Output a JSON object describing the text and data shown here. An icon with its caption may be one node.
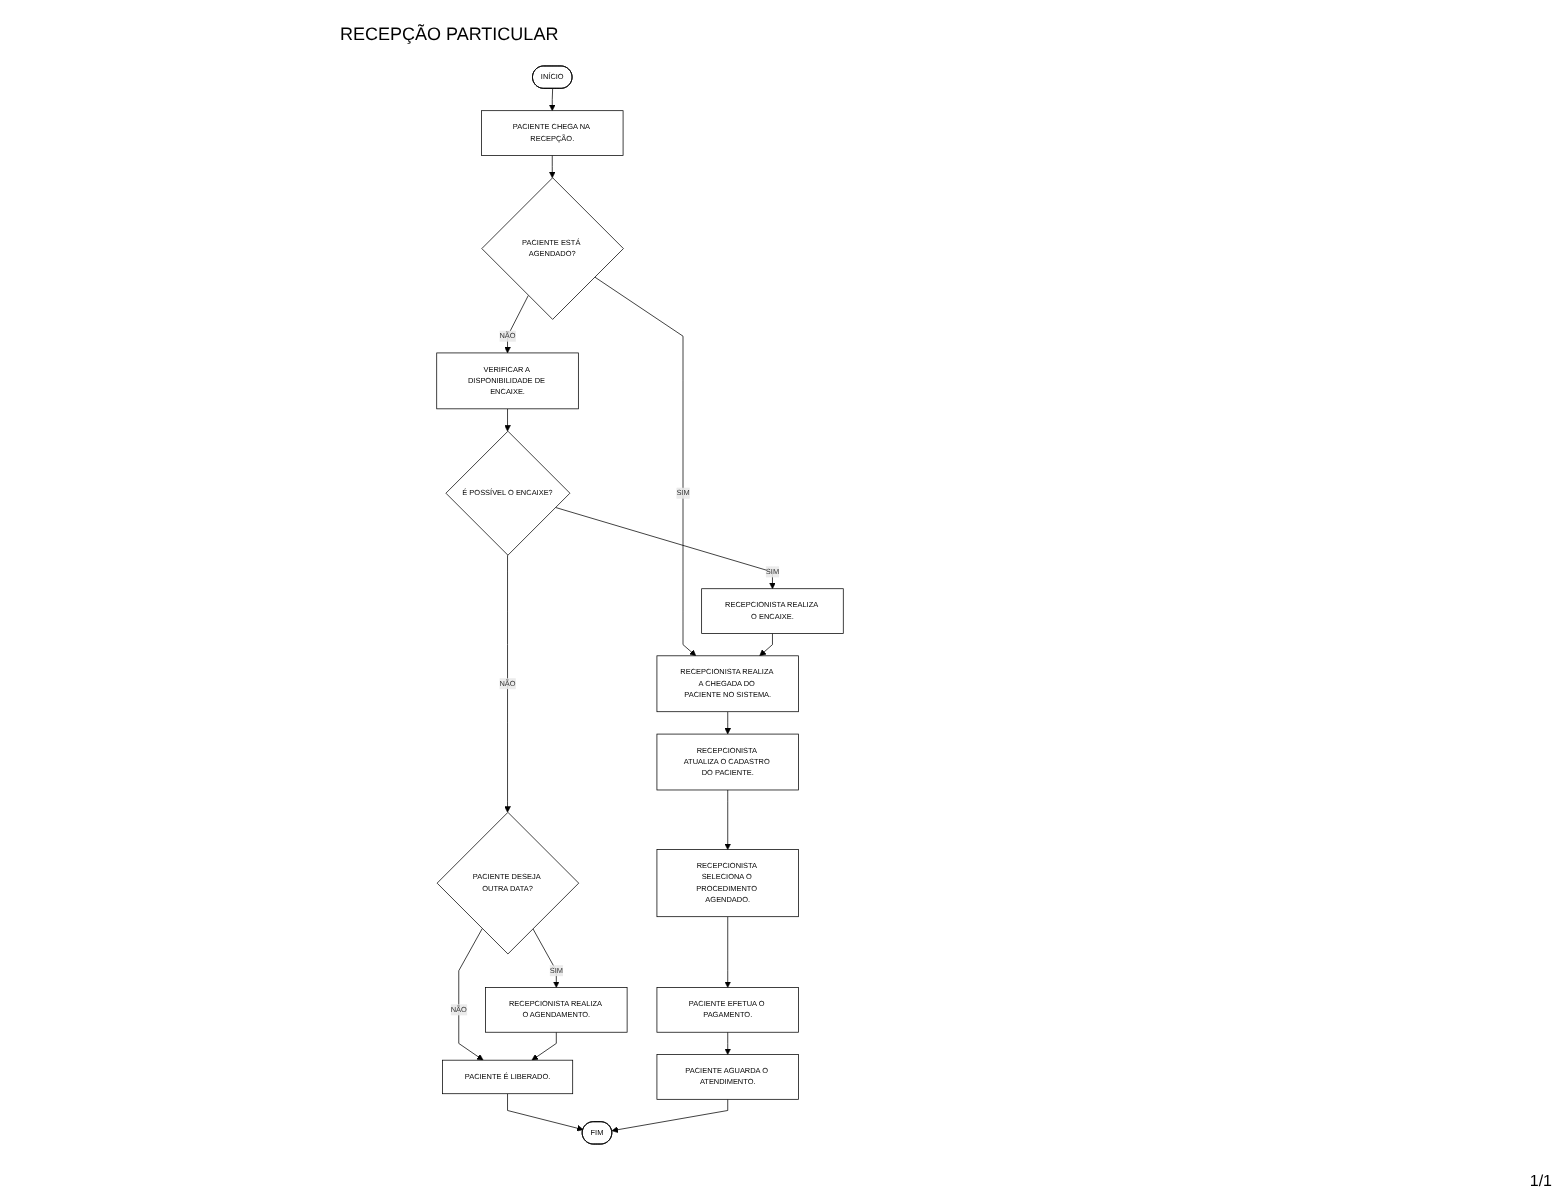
{
  "diagram": {
    "title": "RECEPÇÃO PARTICULAR",
    "nodes": [
      {
        "text": [
          "INÍCIO"
        ]
      },
      {
        "text": [
          "PACIENTE CHEGA NA RECEPÇÃO."
        ]
      },
      {
        "text": [
          "PACIENTE ESTÁ AGENDADO?"
        ]
      },
      {
        "text": [
          "VERIFICAR A DISPONIBILIDADE DE ENCAIXE."
        ]
      },
      {
        "text": [
          "É POSSÍVEL O ENCAIXE?"
        ]
      },
      {
        "text": [
          "RECEPCIONISTA REALIZA O ENCAIXE."
        ]
      },
      {
        "text": [
          "PACIENTE DESEJA OUTRA DATA?"
        ]
      },
      {
        "text": [
          "RECEPCIONISTA REALIZA O AGENDAMENTO."
        ]
      },
      {
        "text": [
          "PACIENTE É LIBERADO."
        ]
      },
      {
        "text": [
          "RECEPCIONISTA REALIZA A CHEGADA DO PACIENTE NO SISTEMA."
        ]
      },
      {
        "text": [
          "RECEPCIONISTA ATUALIZA O CADASTRO DO PACIENTE."
        ]
      },
      {
        "text": [
          "RECEPCIONISTA SELECIONA O PROCEDIMENTO AGENDADO."
        ]
      },
      {
        "text": [
          "PACIENTE EFETUA O PAGAMENTO."
        ]
      },
      {
        "text": [
          "PACIENTE AGUARDA O ATENDIMENTO."
        ]
      },
      {
        "text": [
          "FIM"
        ]
      }
    ],
    "edges": [
      {
        "from": 0,
        "to": 1,
        "arrow": "to"
      },
      {
        "from": 1,
        "to": 2,
        "arrow": "to"
      },
      {
        "from": 2,
        "to": 3,
        "arrow": "to",
        "label": "NÃO"
      },
      {
        "from": 2,
        "to": 9,
        "arrow": "to",
        "label": "SIM"
      },
      {
        "from": 3,
        "to": 4,
        "arrow": "to"
      },
      {
        "from": 4,
        "to": 5,
        "arrow": "to",
        "label": "SIM"
      },
      {
        "from": 4,
        "to": 6,
        "arrow": "to",
        "label": "NÃO"
      },
      {
        "from": 5,
        "to": 9,
        "arrow": "to"
      },
      {
        "from": 6,
        "to": 8,
        "arrow": "to",
        "label": "NÃO"
      },
      {
        "from": 6,
        "to": 7,
        "arrow": "to",
        "label": "SIM"
      },
      {
        "from": 7,
        "to": 8,
        "arrow": "to"
      },
      {
        "from": 8,
        "to": 14,
        "arrow": "to"
      },
      {
        "from": 9,
        "to": 10,
        "arrow": "to"
      },
      {
        "from": 10,
        "to": 11,
        "arrow": "to"
      },
      {
        "from": 11,
        "to": 12,
        "arrow": "to"
      },
      {
        "from": 12,
        "to": 13,
        "arrow": "to"
      },
      {
        "from": 13,
        "to": 14,
        "arrow": "to"
      }
    ],
    "labels": [
      "1/1"
    ]
  }
}
